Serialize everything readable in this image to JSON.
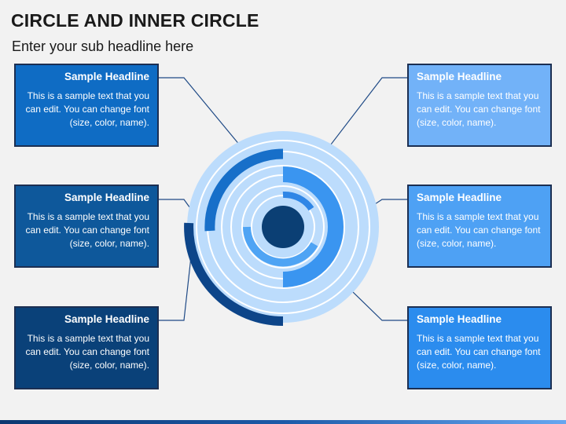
{
  "header": {
    "title": "CIRCLE AND INNER CIRCLE",
    "subtitle": "Enter your sub headline here"
  },
  "boxes": [
    {
      "headline": "Sample Headline",
      "text": "This is a sample text that you can edit. You can change font (size, color, name).",
      "color": "#0f6cc4"
    },
    {
      "headline": "Sample Headline",
      "text": "This is a sample text that you can edit. You can change font (size, color, name).",
      "color": "#0e589b"
    },
    {
      "headline": "Sample Headline",
      "text": "This is a sample text that you can edit. You can change font (size, color, name).",
      "color": "#0a4179"
    },
    {
      "headline": "Sample Headline",
      "text": "This is a sample text that you can edit. You can change font (size, color, name).",
      "color": "#72b2f8"
    },
    {
      "headline": "Sample Headline",
      "text": "This is a sample text that you can edit. You can change font (size, color, name).",
      "color": "#4ea1f4"
    },
    {
      "headline": "Sample Headline",
      "text": "This is a sample text that you can edit. You can change font (size, color, name).",
      "color": "#2b8cee"
    }
  ],
  "colors": {
    "connector": "#1f4a86",
    "outer_disc": "#bcdcfc",
    "ring_stroke": "#ffffff",
    "center_dot": "#0b3f74",
    "footer_dark": "#0b3770",
    "footer_light": "#66a6f0"
  }
}
